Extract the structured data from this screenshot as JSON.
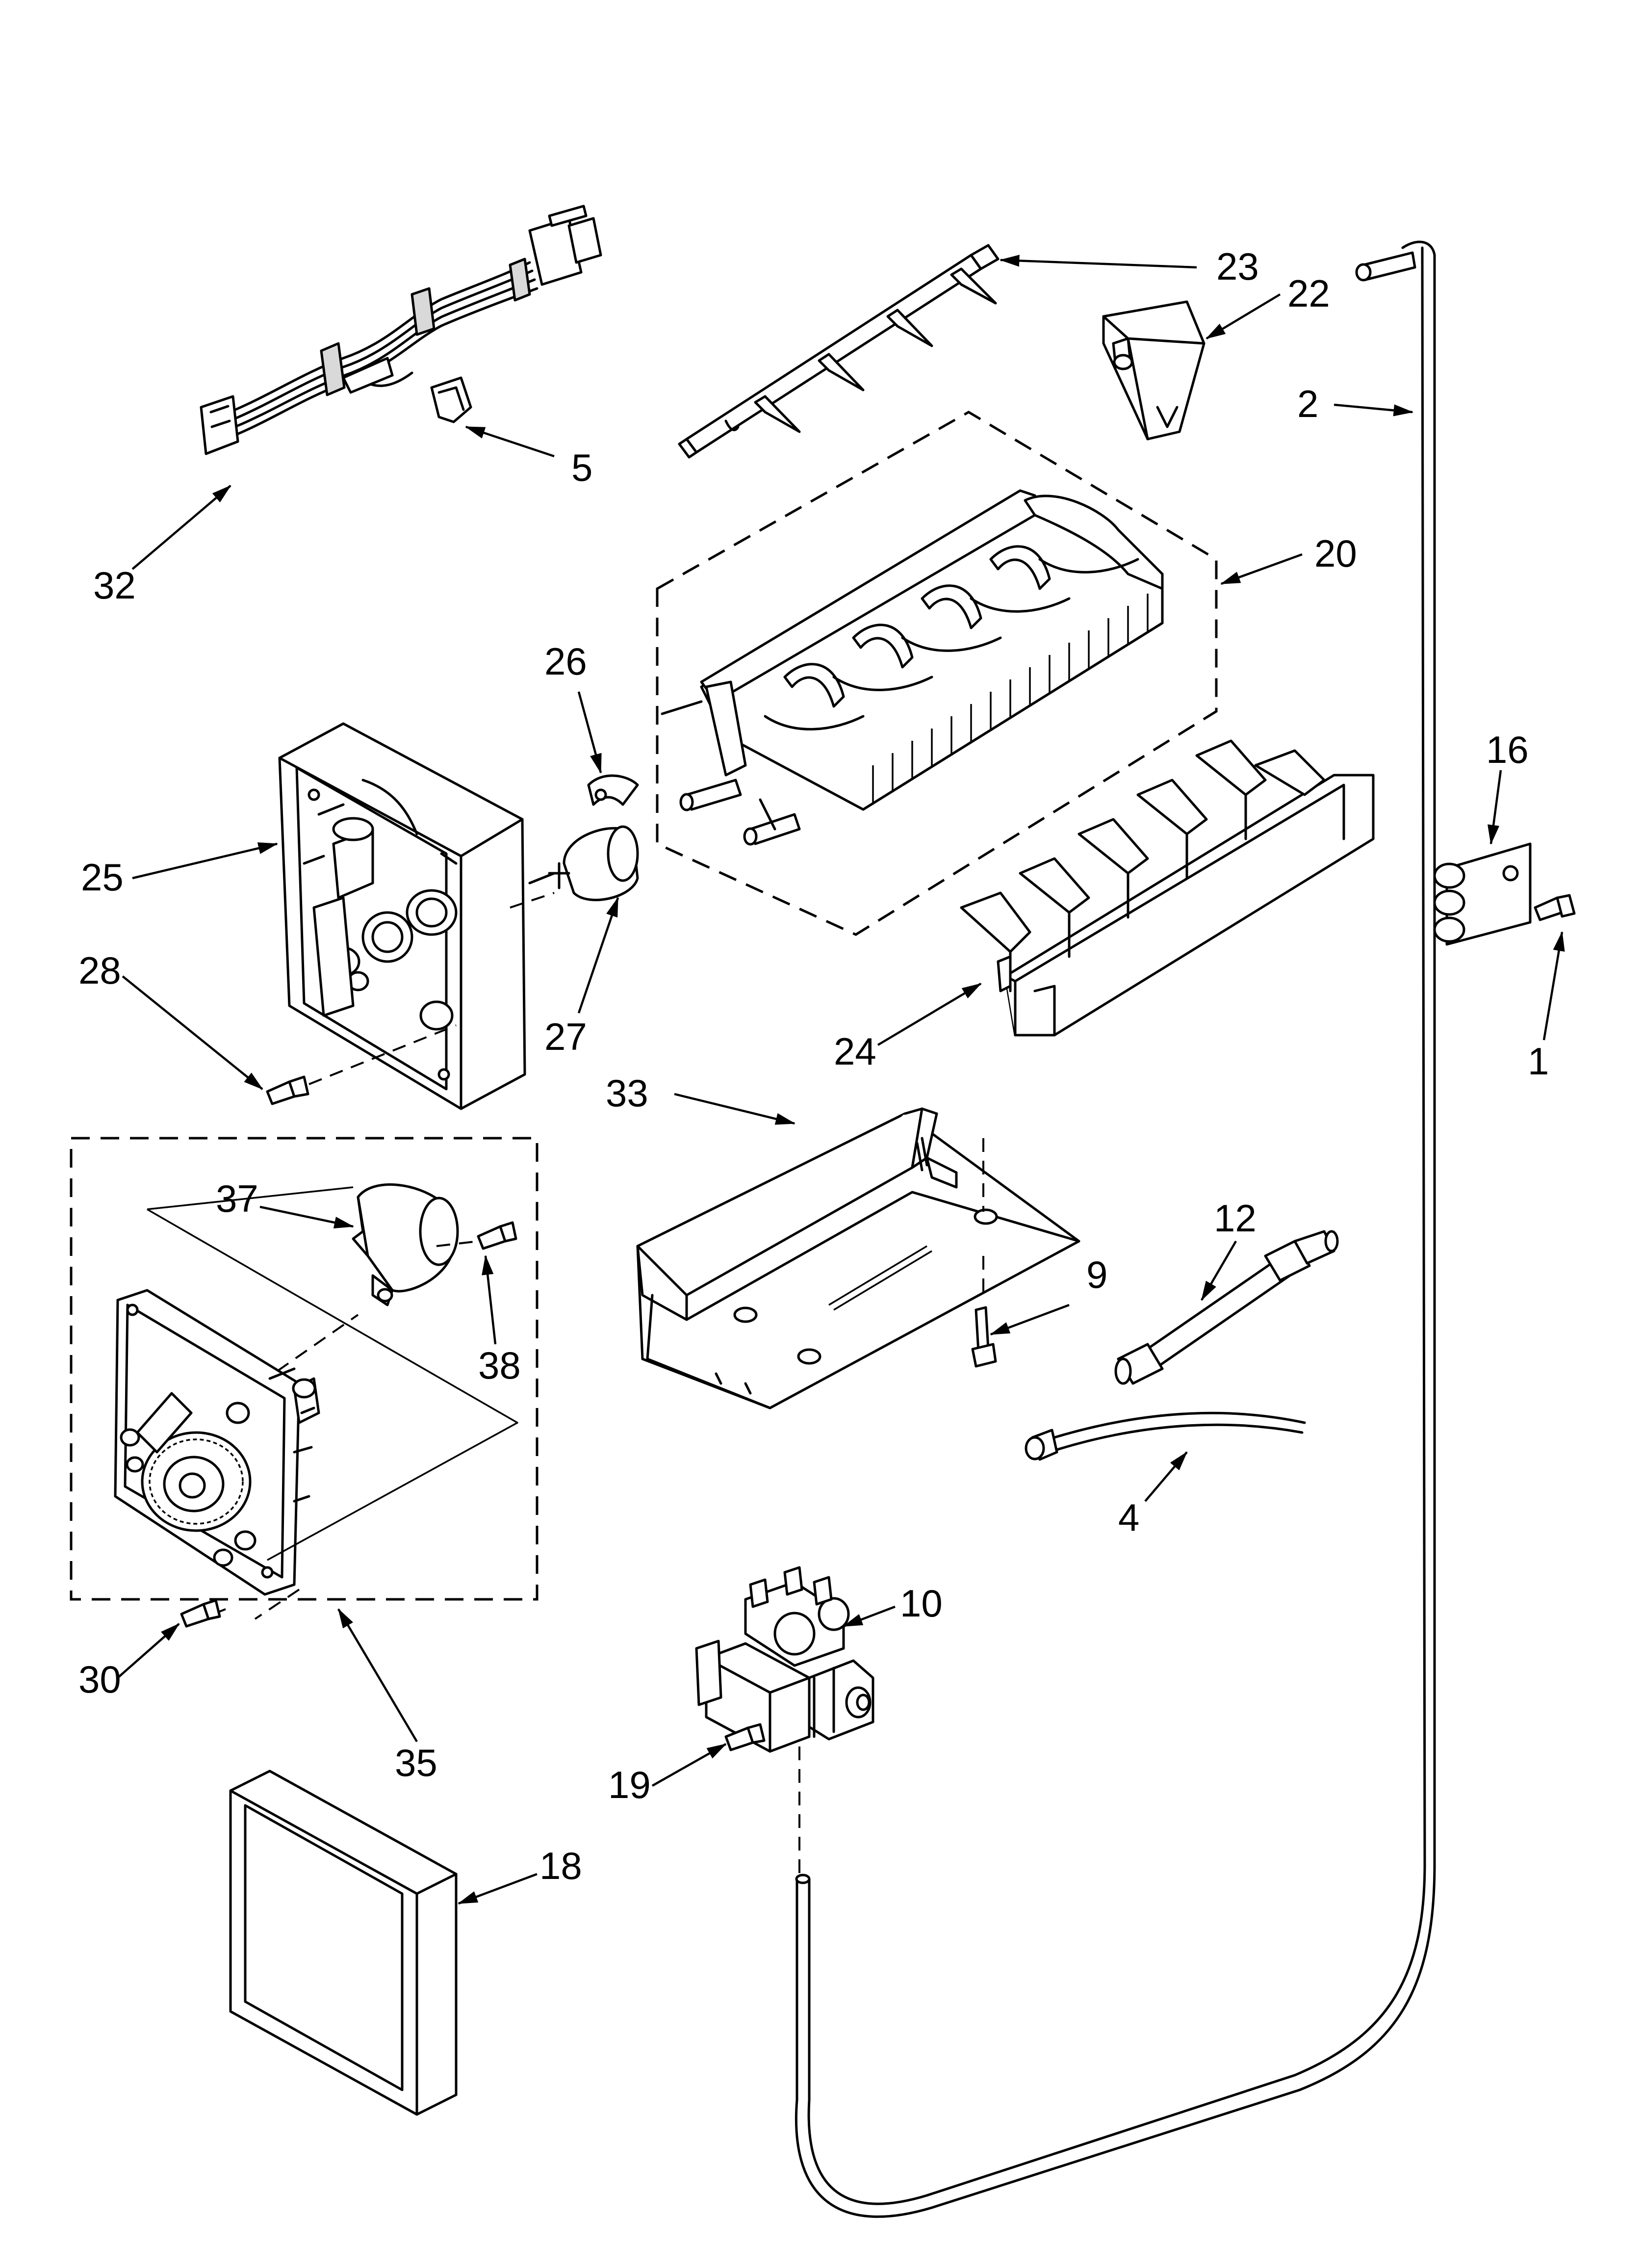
{
  "callouts": [
    {
      "key": "1",
      "label": "1"
    },
    {
      "key": "2",
      "label": "2"
    },
    {
      "key": "4",
      "label": "4"
    },
    {
      "key": "5",
      "label": "5"
    },
    {
      "key": "9",
      "label": "9"
    },
    {
      "key": "10",
      "label": "10"
    },
    {
      "key": "12",
      "label": "12"
    },
    {
      "key": "16",
      "label": "16"
    },
    {
      "key": "18",
      "label": "18"
    },
    {
      "key": "19",
      "label": "19"
    },
    {
      "key": "20",
      "label": "20"
    },
    {
      "key": "22",
      "label": "22"
    },
    {
      "key": "23",
      "label": "23"
    },
    {
      "key": "24",
      "label": "24"
    },
    {
      "key": "25",
      "label": "25"
    },
    {
      "key": "26",
      "label": "26"
    },
    {
      "key": "27",
      "label": "27"
    },
    {
      "key": "28",
      "label": "28"
    },
    {
      "key": "30",
      "label": "30"
    },
    {
      "key": "32",
      "label": "32"
    },
    {
      "key": "33",
      "label": "33"
    },
    {
      "key": "35",
      "label": "35"
    },
    {
      "key": "37",
      "label": "37"
    },
    {
      "key": "38",
      "label": "38"
    }
  ],
  "line_color": "#000000",
  "background": "#ffffff"
}
